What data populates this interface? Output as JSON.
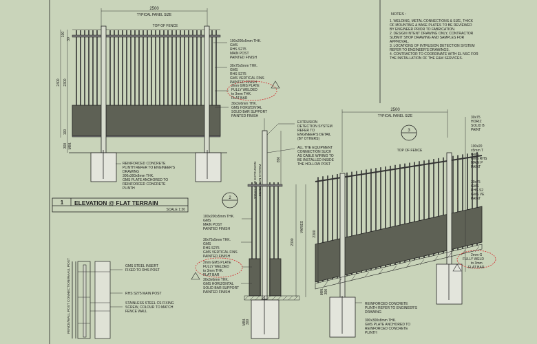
{
  "notes": {
    "heading": "NOTES :",
    "items": [
      "1.  WELDING, METAL CONNECTIONS & SIZE,  THICK",
      "     OF MOUNTING & BASE PLATES TO BE REVIEWED",
      "     BY ENGINEER PRIOR TO FABRICATION.",
      "2.  DESIGN INTENT DRAWING ONLY, CONTRACTOR",
      "     SUBMIT SHOP DRAWING AND SAMPLES FOR",
      "     APPROVAL.",
      "3.  LOCATIONS OF INTRUSION DETECTION SYSTEM",
      "     REFER TO ENGINEER'S DRAWINGS.",
      "4.  CONTRACTOR TO COORDINATE WITH EL NSC FOR",
      "     THE INSTALLATION OF THE E&M SERVICES."
    ]
  },
  "elevation_flat": {
    "dim_top": "2500",
    "dim_top_sub": "TYPICAL PANEL SIZE",
    "top_of_fence": "TOP OF FENCE",
    "dim_left": [
      "100",
      "30",
      "2400",
      "2300",
      "100",
      "300",
      "MIN."
    ],
    "label_post": [
      "100x200x5mm THK.",
      "GMS",
      "RHS S275",
      "MAIN POST",
      "PAINTED FINISH"
    ],
    "label_fins": [
      "30x75x5mm THK.",
      "GMS",
      "RHS S275",
      "GMS VERTICAL FINS",
      "PAINTED FINISH"
    ],
    "label_plate": [
      "2mm GMS PLATE",
      "FULLY WELDED",
      "to 3mm THK.",
      "FLAT BAR"
    ],
    "label_bar": [
      "30x3x6mm THK.",
      "GMS HORIZONTAL",
      "SOLID BAR SUPPORT",
      "PAINTED FINISH"
    ],
    "label_plinth": [
      "REINFORCED CONCRETE",
      "PLINTH REFER TO ENGINEER'S",
      "DRAWING",
      "300x300x8mm THK.",
      "GMS PLATE ANCHORED TO",
      "REINFORCED CONCRETE",
      "PLINTH"
    ],
    "title_num": "1",
    "title": "ELEVATION @ FLAT TERRAIN",
    "scale": "SCALE 1:30"
  },
  "detail_wall": {
    "side_label": "FENCE/WALL POST CONNECTION/WAALL POST",
    "labels": [
      [
        "GMS STEEL INSERT",
        "FIXED TO RHS POST"
      ],
      [
        "RHS S275 MAIN POST"
      ],
      [
        "STAINLESS STEEL CS FIXING",
        "SCREW, COLOUR TO MATCH",
        "FENCE WALL"
      ]
    ]
  },
  "section_mid": {
    "callout": "2",
    "vertical_labels": [
      "300mm FOR EXTRUSION",
      "DETECTION SYSTEM"
    ],
    "label_ext": [
      "EXTRUSION",
      "DETECTION SYSTEM",
      "REFER TO",
      "ENGINEER'S DETAIL",
      "(BY OTHERS)"
    ],
    "label_equip": [
      "ALL THE EQUIPMENT",
      "CONNECTION SUCH",
      "AS CABLE WIRING TO",
      "BE INSTALLED INSIDE",
      "THE HOLLOW POST"
    ],
    "dims": [
      "850",
      "2300",
      "VARIES",
      "300",
      "MIN."
    ],
    "label_post": [
      "100x200x5mm THK.",
      "GMS",
      "MAIN POST",
      "PAINTED FINISH"
    ],
    "label_fins": [
      "30x75x5mm THK.",
      "GMS",
      "RHS S275",
      "GMS VERTICAL FINS",
      "PAINTED FINISH"
    ],
    "label_plate": [
      "2mm GMS PLATE",
      "FULLY WELDED",
      "to 3mm THK.",
      "FLAT BAR"
    ],
    "label_bar": [
      "30x3x6mm THK.",
      "GMS HORIZONTAL",
      "SOLID BAR SUPPORT",
      "PAINTED FINISH"
    ]
  },
  "elevation_slope": {
    "dim_top": "2500",
    "dim_top_sub": "TYPICAL PANEL SIZE",
    "callout": "3",
    "top_of_fence": "TOP OF FENCE",
    "dims": [
      "2300",
      "300",
      "MIN."
    ],
    "label_plinth": [
      "REINFORCED CONCRETE",
      "PLINTH REFER TO ENGINEER'S",
      "DRAWING",
      "300x300x8mm THK.",
      "GMS PLATE ANCHORED TO",
      "REINFORCED CONCRETE",
      "PLINTH"
    ],
    "right_labels": [
      "30x75",
      "HORIZ",
      "SOLID B",
      "PAINT",
      "100x20",
      "x5mm T",
      "GMS",
      "GMS RHS",
      "MAIN P",
      "PAINT",
      "30x75",
      "GMS",
      "RHS S2",
      "GMS VE",
      "PAINT",
      "2mm G",
      "FULLY WELD",
      "to 3mm",
      "FLAT BAR"
    ]
  }
}
